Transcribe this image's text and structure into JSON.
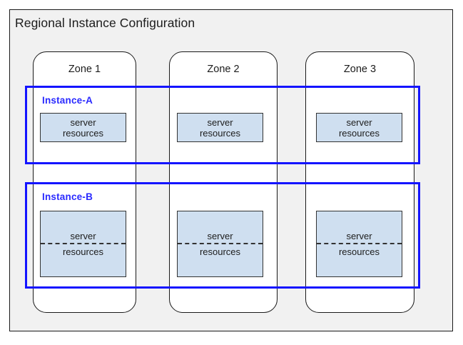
{
  "diagram": {
    "title": "Regional Instance Configuration",
    "accent_blue": "#2a2aff",
    "band_border_blue": "#1414ff",
    "resource_fill": "#cfdff0",
    "frame_fill": "#f1f1f1",
    "zone_fill": "#ffffff",
    "outline": "#1a1a1a",
    "zones": [
      {
        "label": "Zone 1"
      },
      {
        "label": "Zone 2"
      },
      {
        "label": "Zone 3"
      }
    ],
    "instances": [
      {
        "label": "Instance-A",
        "style": "plain",
        "resources": [
          {
            "line1": "server",
            "line2": "resources"
          },
          {
            "line1": "server",
            "line2": "resources"
          },
          {
            "line1": "server",
            "line2": "resources"
          }
        ]
      },
      {
        "label": "Instance-B",
        "style": "split",
        "resources": [
          {
            "line1": "server",
            "line2": "resources"
          },
          {
            "line1": "server",
            "line2": "resources"
          },
          {
            "line1": "server",
            "line2": "resources"
          }
        ]
      }
    ]
  }
}
